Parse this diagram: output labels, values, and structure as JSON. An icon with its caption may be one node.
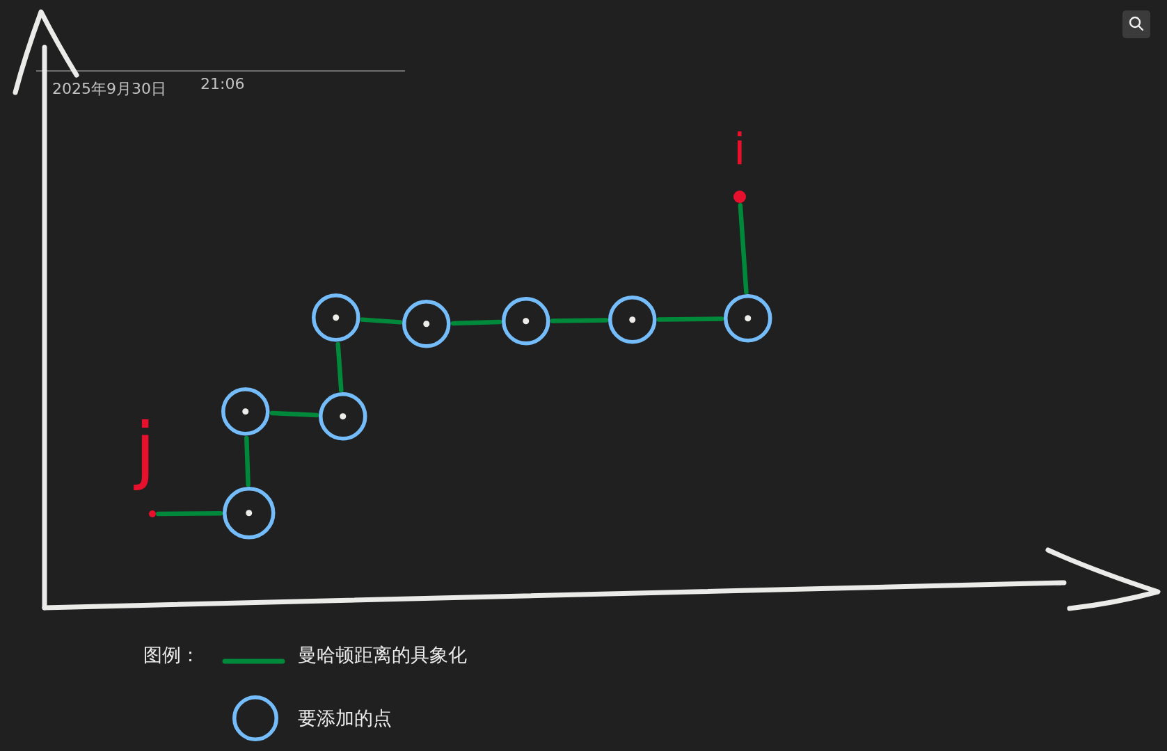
{
  "diagram": {
    "nodes": [
      {
        "text": [],
        "shape": "dot",
        "beside": [
          "j"
        ]
      },
      {
        "text": [],
        "shape": "circle"
      },
      {
        "text": [],
        "shape": "circle"
      },
      {
        "text": [],
        "shape": "circle"
      },
      {
        "text": [],
        "shape": "circle"
      },
      {
        "text": [],
        "shape": "circle"
      },
      {
        "text": [],
        "shape": "circle"
      },
      {
        "text": [],
        "shape": "circle"
      },
      {
        "text": [],
        "shape": "circle"
      },
      {
        "text": [],
        "shape": "dot",
        "beside": [
          "i"
        ]
      }
    ],
    "edges": [
      {
        "from": 0,
        "to": 1,
        "arrow": "none"
      },
      {
        "from": 1,
        "to": 2,
        "arrow": "none"
      },
      {
        "from": 2,
        "to": 3,
        "arrow": "none"
      },
      {
        "from": 3,
        "to": 4,
        "arrow": "none"
      },
      {
        "from": 4,
        "to": 5,
        "arrow": "none"
      },
      {
        "from": 5,
        "to": 6,
        "arrow": "none"
      },
      {
        "from": 6,
        "to": 7,
        "arrow": "none"
      },
      {
        "from": 7,
        "to": 8,
        "arrow": "none"
      },
      {
        "from": 8,
        "to": 9,
        "arrow": "none"
      }
    ],
    "labels": [
      "2025年9月30日",
      "21:06",
      "图例："
    ],
    "legend": [
      {
        "text": "曼哈顿距离的具象化"
      },
      {
        "text": "要添加的点"
      }
    ]
  }
}
